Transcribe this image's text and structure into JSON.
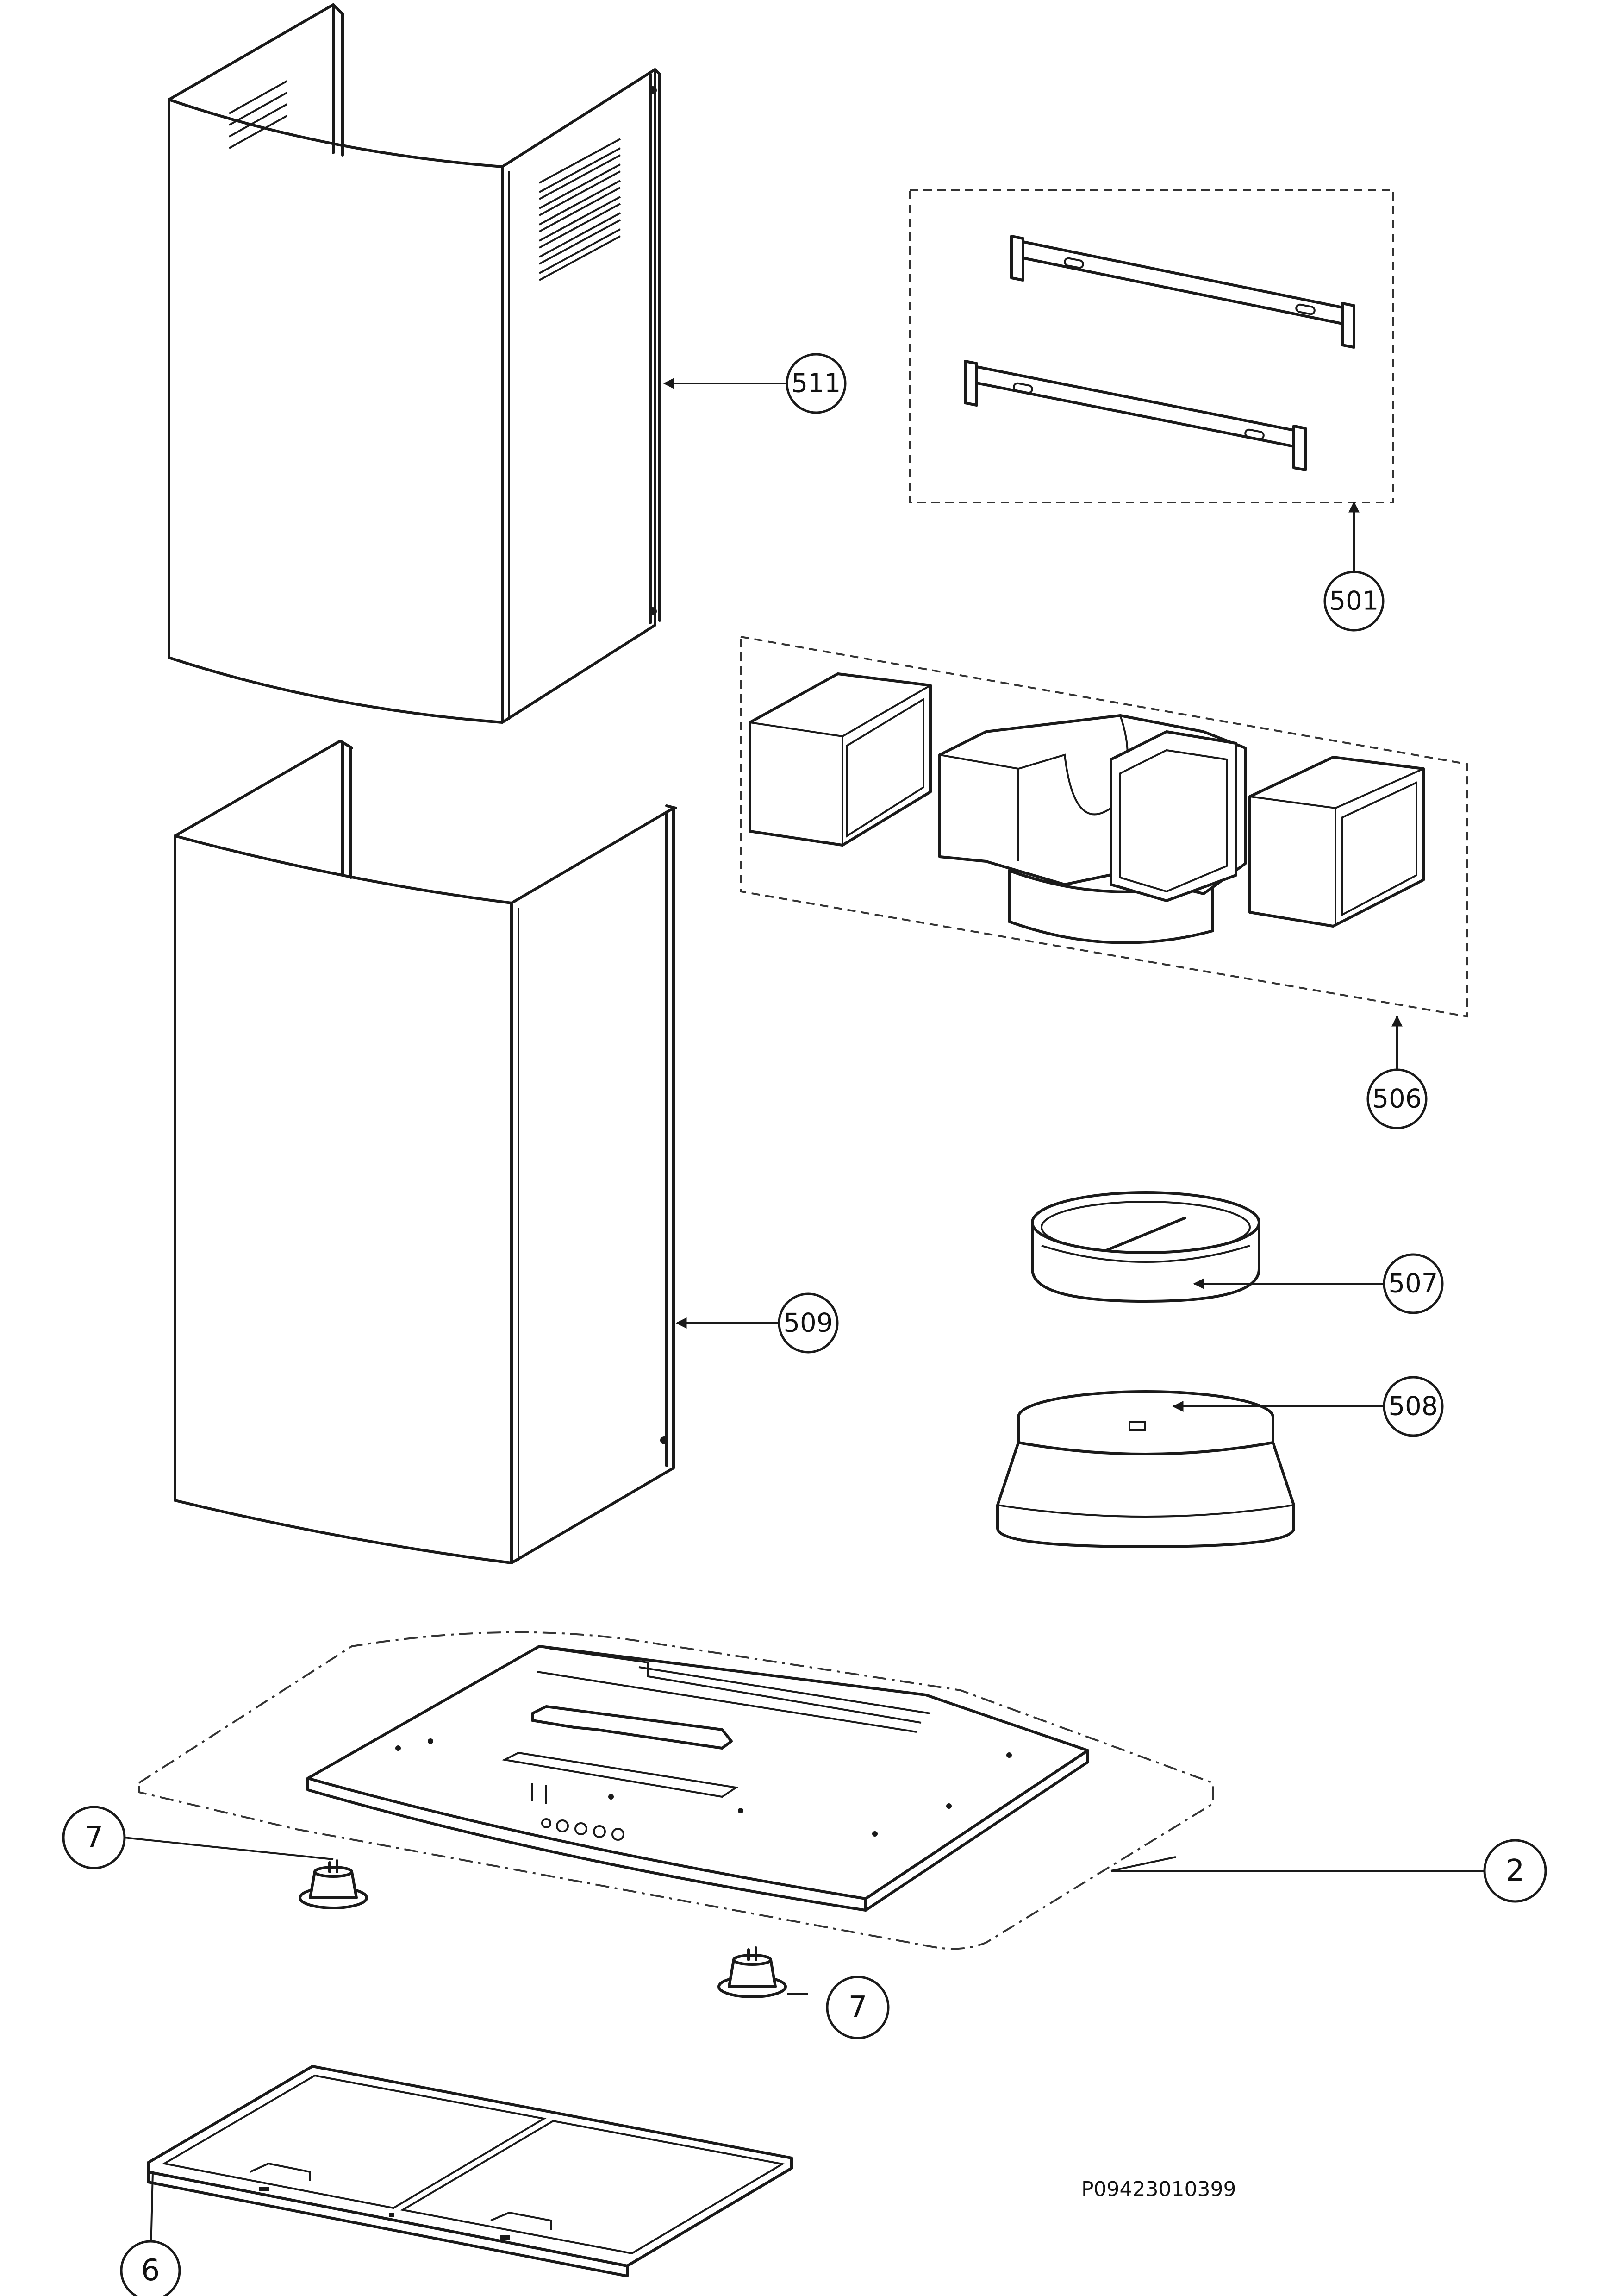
{
  "drawing_code": "P09423010399",
  "callouts": {
    "c511": "511",
    "c501": "501",
    "c506": "506",
    "c507": "507",
    "c508": "508",
    "c509": "509",
    "c2": "2",
    "c7a": "7",
    "c7b": "7",
    "c6": "6"
  }
}
